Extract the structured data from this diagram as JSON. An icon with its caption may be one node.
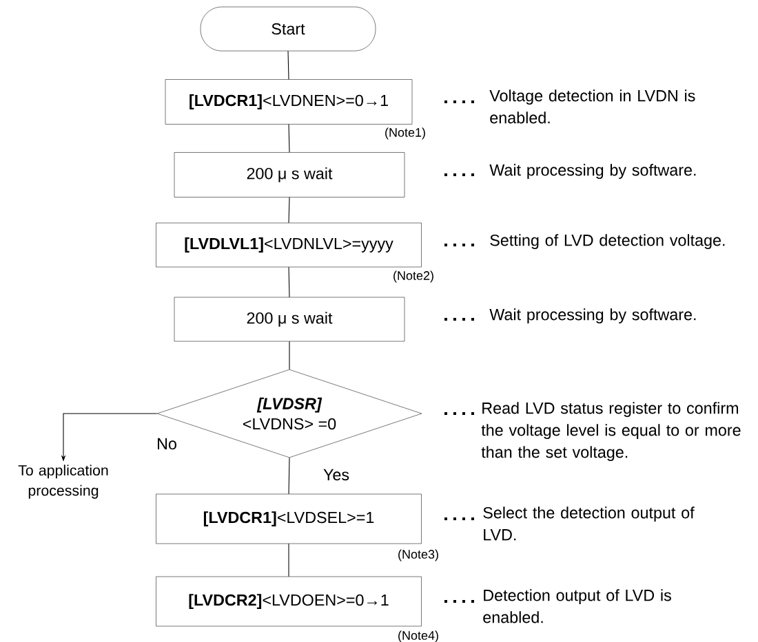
{
  "diagram": {
    "nodes": [
      {
        "text": [
          "Start"
        ]
      },
      {
        "text": [
          "**[LVDCR1]**<LVDNEN>=0→1"
        ],
        "beside": [
          "(Note1)"
        ]
      },
      {
        "text": [
          "200 μ s wait"
        ]
      },
      {
        "text": [
          "**[LVDLVL1]**<LVDNLVL>=yyyy"
        ],
        "beside": [
          "(Note2)"
        ]
      },
      {
        "text": [
          "200 μ s wait"
        ]
      },
      {
        "text": [
          "[LVDSR]",
          "<LVDNS> =0"
        ]
      },
      {
        "text": [
          "**[LVDCR1]**<LVDSEL>=1"
        ],
        "beside": [
          "(Note3)"
        ]
      },
      {
        "text": [
          "**[LVDCR2]**<LVDOEN>=0→1"
        ],
        "beside": [
          "(Note4)"
        ]
      },
      {
        "text": [
          "To application processing"
        ]
      }
    ],
    "edges": [
      {
        "from": 0,
        "to": 1,
        "arrow": "none"
      },
      {
        "from": 1,
        "to": 2,
        "arrow": "none"
      },
      {
        "from": 2,
        "to": 3,
        "arrow": "none"
      },
      {
        "from": 3,
        "to": 4,
        "arrow": "none"
      },
      {
        "from": 4,
        "to": 5,
        "arrow": "none"
      },
      {
        "from": 5,
        "to": 6,
        "arrow": "none",
        "label": "Yes"
      },
      {
        "from": 6,
        "to": 7,
        "arrow": "none"
      },
      {
        "from": 5,
        "to": 8,
        "arrow": "to",
        "label": "No"
      }
    ],
    "labels": [
      "Voltage detection in LVDN is enabled.",
      "Wait processing by software.",
      "Setting of LVD detection voltage.",
      "Wait processing by software.",
      "Read LVD status register to confirm the voltage level is equal to or more than the set voltage.",
      "Select the detection output of LVD.",
      "Detection output of LVD is enabled."
    ]
  }
}
